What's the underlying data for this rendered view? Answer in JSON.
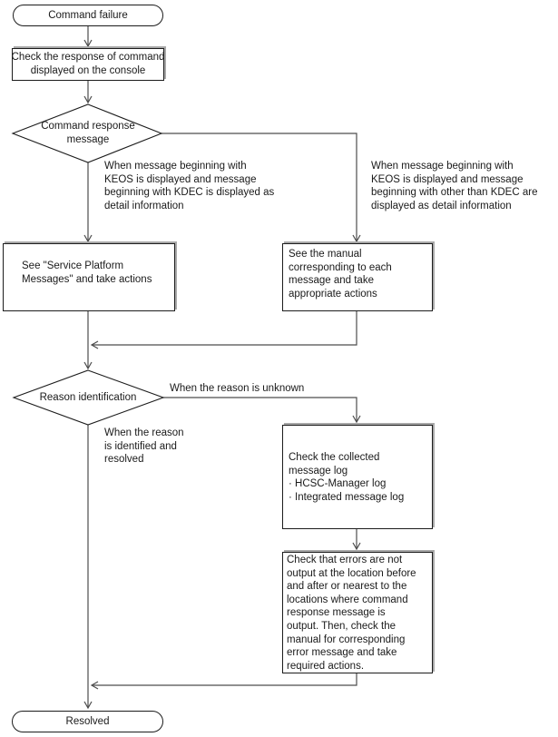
{
  "colors": {
    "background": "#ffffff",
    "text": "#1a1a1a",
    "box_border": "#1c1c1c",
    "box_shadow": "#a8a8a8",
    "connector_line": "#4d4d4d"
  },
  "nodes": {
    "start": {
      "label": "Command failure"
    },
    "check_response": {
      "lines": [
        "Check the response of command",
        "displayed on the console"
      ]
    },
    "command_response_message": {
      "lines": [
        "Command response",
        "message"
      ]
    },
    "see_service_platform": {
      "lines": [
        "See \"Service Platform",
        "Messages\" and take actions"
      ]
    },
    "see_manual": {
      "lines": [
        "See the manual",
        "corresponding to each",
        "message and take",
        "appropriate actions"
      ]
    },
    "reason_identification": {
      "label": "Reason identification"
    },
    "check_collected_log": {
      "lines": [
        "Check the collected",
        "message log",
        "· HCSC-Manager log",
        "· Integrated message log"
      ]
    },
    "check_errors": {
      "lines": [
        "Check that errors are not",
        "output at the location before",
        "and after or nearest to the",
        "locations where command",
        "response message is",
        "output. Then, check the",
        "manual for corresponding",
        "error message and take",
        "required actions."
      ]
    },
    "end": {
      "label": "Resolved"
    }
  },
  "edge_labels": {
    "keos_kdec": {
      "lines": [
        "When message beginning with",
        "KEOS is displayed and message",
        "beginning with KDEC is displayed as",
        "detail information"
      ]
    },
    "keos_other_than_kdec": {
      "lines": [
        "When message beginning with",
        "KEOS is displayed and message",
        "beginning with other than KDEC are",
        "displayed as detail information"
      ]
    },
    "reason_unknown": {
      "label": "When the reason is unknown"
    },
    "reason_identified": {
      "lines": [
        "When the reason",
        "is identified and",
        "resolved"
      ]
    }
  }
}
